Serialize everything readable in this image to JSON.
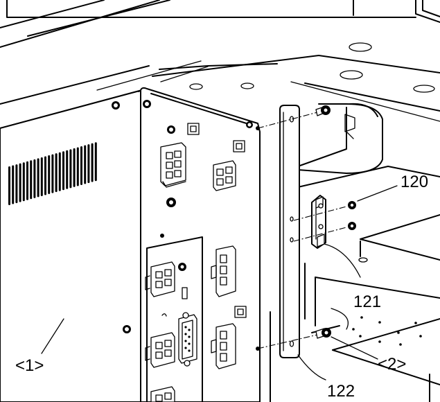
{
  "callouts": {
    "part_120": "120",
    "part_121": "121",
    "part_122": "122",
    "ref_1": "<1>",
    "ref_2": "<2>"
  },
  "colors": {
    "line": "#000000",
    "background": "#ffffff"
  }
}
